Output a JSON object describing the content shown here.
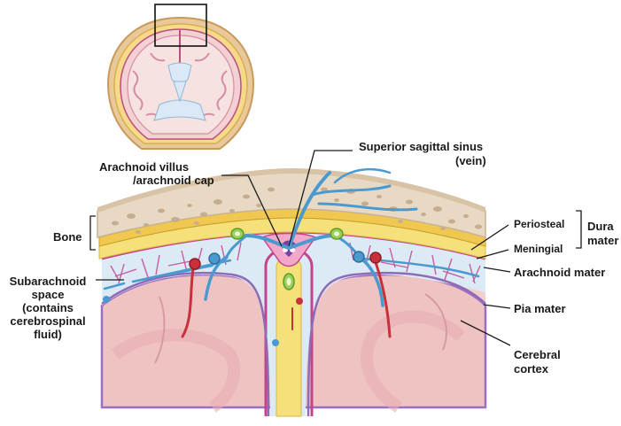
{
  "labels": {
    "superior_sagittal_sinus_line1": "Superior sagittal sinus",
    "superior_sagittal_sinus_line2": "(vein)",
    "arachnoid_villus_line1": "Arachnoid villus",
    "arachnoid_villus_line2": "/arachnoid cap",
    "bone": "Bone",
    "periosteal": "Periosteal",
    "meningial": "Meningial",
    "dura_mater_line1": "Dura",
    "dura_mater_line2": "mater",
    "arachnoid_mater": "Arachnoid mater",
    "subarachnoid_line1": "Subarachnoid",
    "subarachnoid_line2": "space",
    "subarachnoid_line3": "(contains",
    "subarachnoid_line4": "cerebrospinal",
    "subarachnoid_line5": "fluid)",
    "pia_mater": "Pia mater",
    "cerebral_cortex_line1": "Cerebral",
    "cerebral_cortex_line2": "cortex"
  },
  "colors": {
    "bone": "#e8d9c4",
    "bone_spots": "#c7ad8f",
    "periosteal": "#f3d060",
    "meningeal": "#f6e07a",
    "arachnoid": "#c2448c",
    "csf": "#dce9f6",
    "pia": "#8e6bb5",
    "cortex": "#f0c8c8",
    "vein": "#4a9ad0",
    "artery": "#c8303a"
  },
  "icons": [
    "brain-coronal-section-icon"
  ]
}
